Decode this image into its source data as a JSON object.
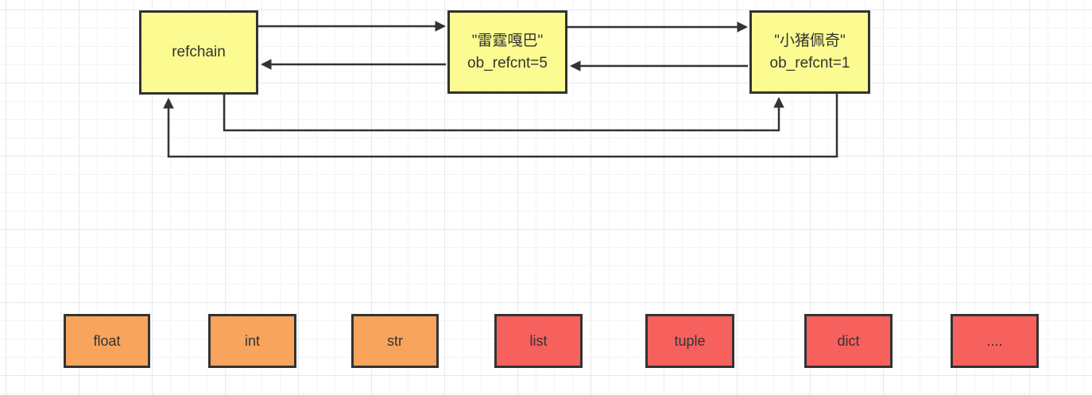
{
  "diagram": {
    "title_hint": "python-refchain-diagram",
    "nodes": {
      "refchain": {
        "label": "refchain"
      },
      "obj1": {
        "name": "\"雷霆嘎巴\"",
        "refcnt": "ob_refcnt=5"
      },
      "obj2": {
        "name": "\"小猪佩奇\"",
        "refcnt": "ob_refcnt=1"
      }
    },
    "connectors": [
      {
        "from": "refchain",
        "to": "obj1",
        "side": "top"
      },
      {
        "from": "obj1",
        "to": "refchain",
        "side": "top"
      },
      {
        "from": "obj1",
        "to": "obj2",
        "side": "top"
      },
      {
        "from": "obj2",
        "to": "obj1",
        "side": "top"
      },
      {
        "from": "refchain",
        "to": "obj2",
        "side": "bottom"
      },
      {
        "from": "obj2",
        "to": "refchain",
        "side": "bottom"
      }
    ],
    "type_boxes": [
      {
        "label": "float",
        "color": "#f8a45c"
      },
      {
        "label": "int",
        "color": "#f8a45c"
      },
      {
        "label": "str",
        "color": "#f8a45c"
      },
      {
        "label": "list",
        "color": "#f6615e"
      },
      {
        "label": "tuple",
        "color": "#f6615e"
      },
      {
        "label": "dict",
        "color": "#f6615e"
      },
      {
        "label": "....",
        "color": "#f6615e"
      }
    ],
    "colors": {
      "node_fill": "#fbfb91",
      "immutable_type_fill": "#f8a45c",
      "mutable_type_fill": "#f6615e",
      "border": "#333333",
      "connector": "#333333",
      "grid_minor": "#f4f4f7",
      "grid_major": "#e9e9ed",
      "background": "#ffffff"
    }
  }
}
